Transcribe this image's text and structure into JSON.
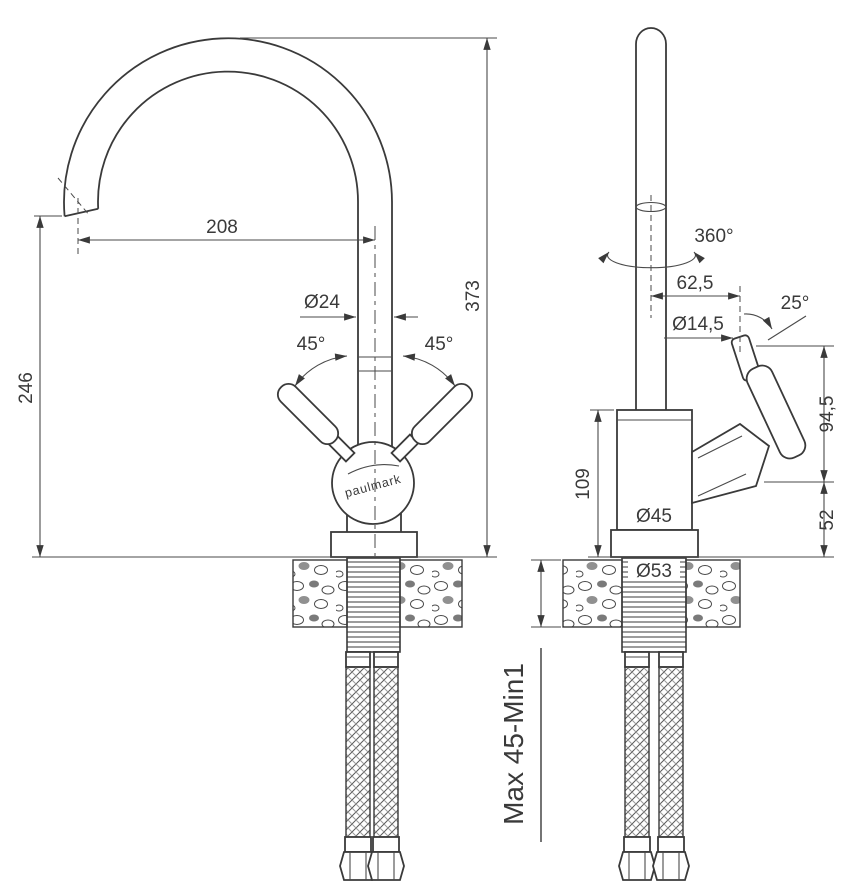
{
  "page": {
    "background": "#ffffff",
    "line_color": "#3a3a3a"
  },
  "brand": {
    "logo_text": "paulmark"
  },
  "front_view": {
    "labels": {
      "spout_reach": "208",
      "total_height": "373",
      "outlet_height": "246",
      "spout_diameter": "Ø24",
      "left_handle_angle": "45°",
      "right_handle_angle": "45°"
    }
  },
  "side_view": {
    "labels": {
      "swivel_angle": "360°",
      "handle_offset": "62,5",
      "handle_tilt_angle": "25°",
      "handle_diameter": "Ø14,5",
      "handle_length": "94,5",
      "body_height": "109",
      "body_diameter": "Ø45",
      "base_diameter": "Ø53",
      "base_section_height": "52",
      "mounting_thickness": "Max 45-Min1"
    }
  }
}
